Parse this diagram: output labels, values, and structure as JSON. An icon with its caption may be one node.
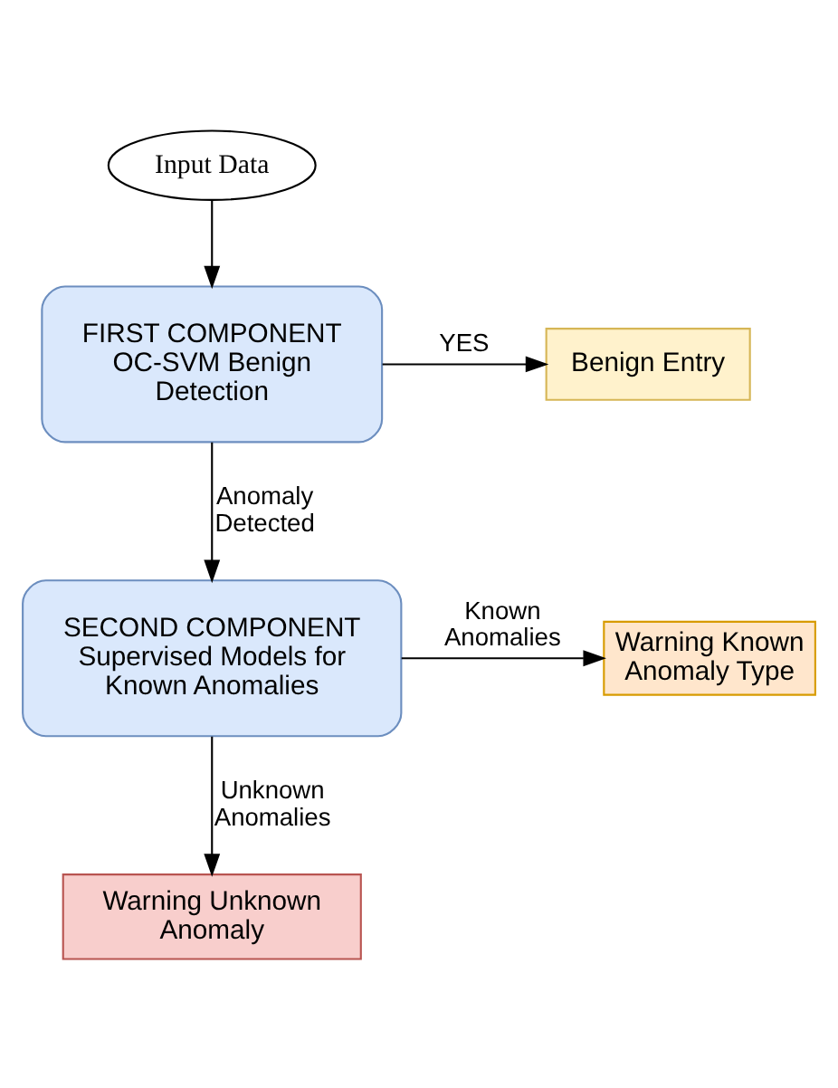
{
  "diagram": {
    "nodes": [
      {
        "text": [
          "Input Data"
        ]
      },
      {
        "text": [
          "FIRST COMPONENT OC-SVM Benign Detection"
        ]
      },
      {
        "text": [
          "Benign Entry"
        ]
      },
      {
        "text": [
          "SECOND COMPONENT Supervised Models for Known Anomalies"
        ]
      },
      {
        "text": [
          "Warning Known Anomaly Type"
        ]
      },
      {
        "text": [
          "Warning Unknown Anomaly"
        ]
      }
    ],
    "edges": [
      {
        "from": 0,
        "to": 1,
        "arrow": "to"
      },
      {
        "from": 1,
        "to": 2,
        "arrow": "to",
        "label": "YES"
      },
      {
        "from": 1,
        "to": 3,
        "arrow": "to",
        "label": "Anomaly Detected"
      },
      {
        "from": 3,
        "to": 4,
        "arrow": "to",
        "label": "Known Anomalies"
      },
      {
        "from": 3,
        "to": 5,
        "arrow": "to",
        "label": "Unknown Anomalies"
      }
    ]
  }
}
